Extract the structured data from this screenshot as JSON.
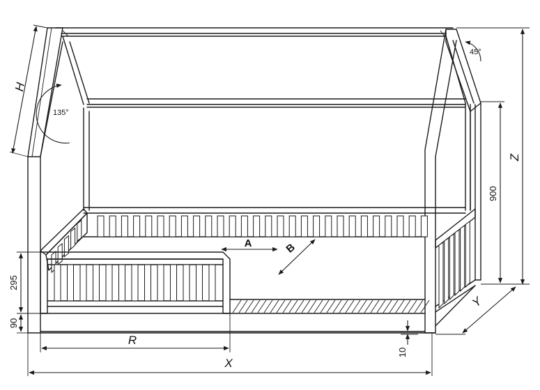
{
  "labels": {
    "H": "H",
    "Z": "Z",
    "Y": "Y",
    "X": "X",
    "R": "R",
    "A": "A",
    "B": "B",
    "dim_900": "900",
    "dim_295": "295",
    "dim_90": "90",
    "dim_10": "10",
    "angle_135": "135°",
    "angle_45": "45°"
  }
}
